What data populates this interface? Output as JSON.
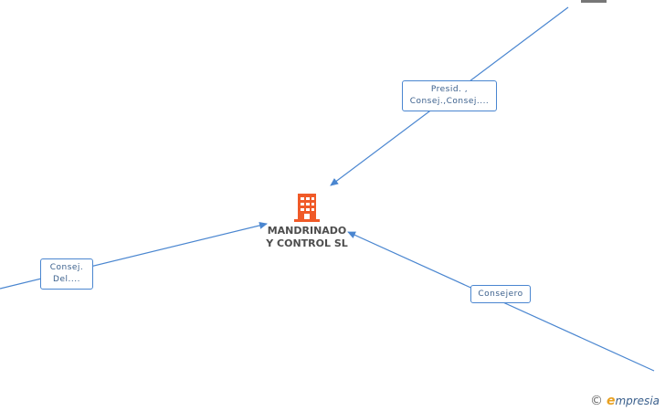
{
  "company": {
    "name_line1": "MANDRINADO",
    "name_line2": "Y CONTROL SL",
    "icon": "building-icon",
    "icon_color": "#f05a28"
  },
  "edges": [
    {
      "id": "top-right",
      "label_line1": "Presid. ,",
      "label_line2": "Consej.,Consej...."
    },
    {
      "id": "left",
      "label_line1": "Consej.",
      "label_line2": "Del...."
    },
    {
      "id": "bottom-right",
      "label_line1": "Consejero",
      "label_line2": ""
    }
  ],
  "colors": {
    "edge": "#4a86d0",
    "label_border": "#4a86d0",
    "label_text": "#3a5f8c"
  },
  "footer": {
    "copyright_symbol": "©",
    "brand_initial": "e",
    "brand_rest": "mpresia"
  }
}
